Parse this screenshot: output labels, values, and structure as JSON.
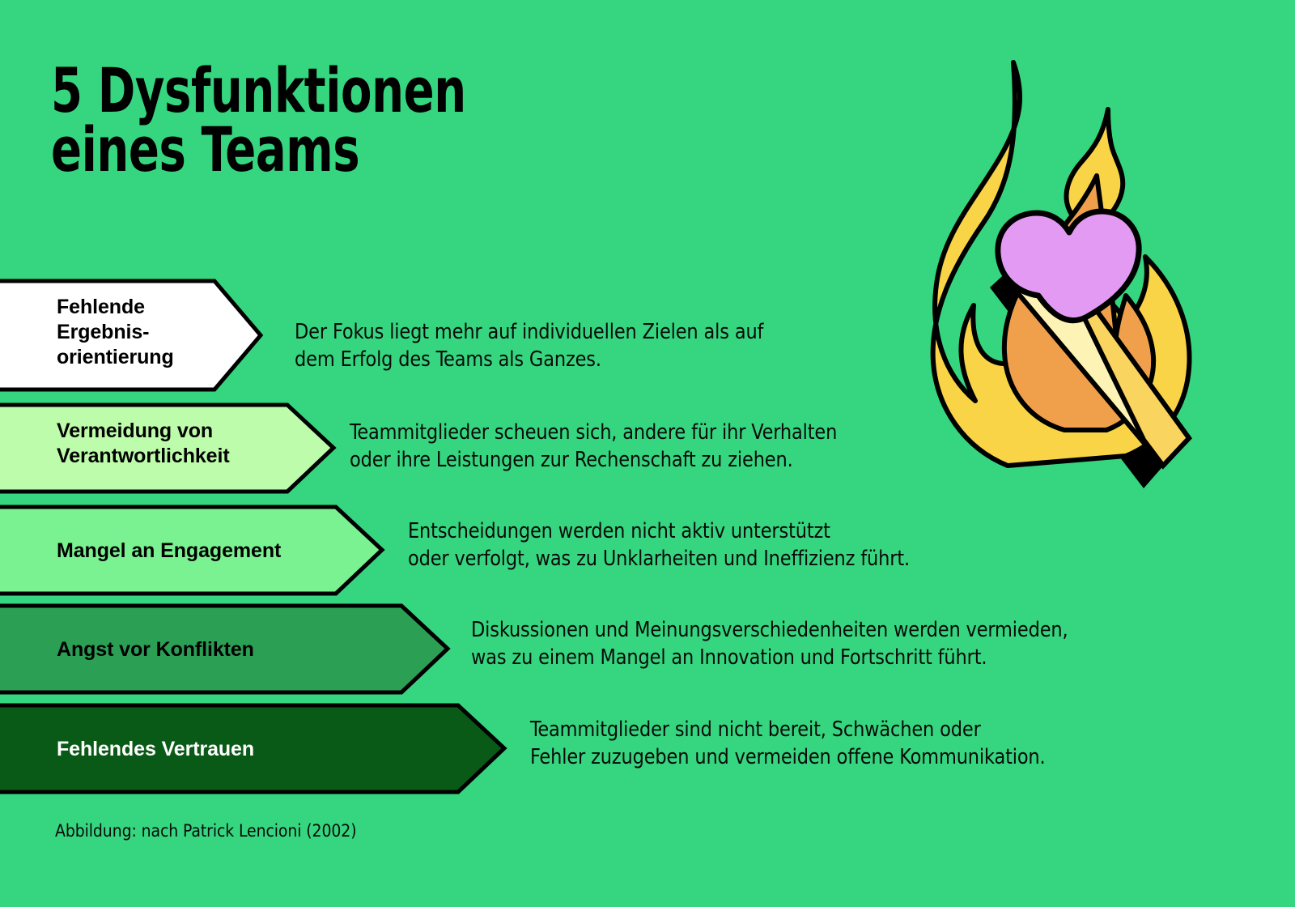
{
  "page": {
    "background_color": "#35d67f",
    "title": "5 Dysfunktionen\neines Teams",
    "footnote": "Abbildung: nach Patrick Lencioni (2002)"
  },
  "colors": {
    "background": "#35d67f",
    "outline": "#000000",
    "banner_1": "#ffffff",
    "banner_2": "#bdfcaa",
    "banner_3": "#7af291",
    "banner_4": "#2ba055",
    "banner_5": "#0a5a17",
    "flame_outer": "#f9d446",
    "flame_inner": "#f0a04b",
    "match_head": "#e39af2",
    "match_stick": "#fdf3b4",
    "match_stick_edge": "#f9d45f",
    "shadow": "#000000"
  },
  "dysfunctions": [
    {
      "index": 1,
      "label": "Fehlende\nErgebnis-\norientierung",
      "description": "Der Fokus liegt mehr auf individuellen Zielen als auf\ndem Erfolg des Teams als Ganzes.",
      "banner_color": "#ffffff",
      "label_color": "#000000"
    },
    {
      "index": 2,
      "label": "Vermeidung von\nVerantwortlichkeit",
      "description": "Teammitglieder scheuen sich, andere für ihr Verhalten\noder ihre Leistungen zur Rechenschaft zu ziehen.",
      "banner_color": "#bdfcaa",
      "label_color": "#000000"
    },
    {
      "index": 3,
      "label": "Mangel an Engagement",
      "description": "Entscheidungen werden nicht aktiv unterstützt\noder verfolgt, was zu Unklarheiten und Ineffizienz führt.",
      "banner_color": "#7af291",
      "label_color": "#000000"
    },
    {
      "index": 4,
      "label": "Angst vor Konflikten",
      "description": "Diskussionen und Meinungsverschiedenheiten werden vermieden,\nwas zu einem Mangel an Innovation und Fortschritt führt.",
      "banner_color": "#2ba055",
      "label_color": "#000000"
    },
    {
      "index": 5,
      "label": "Fehlendes Vertrauen",
      "description": "Teammitglieder sind nicht bereit, Schwächen oder\nFehler zuzugeben und vermeiden offene Kommunikation.",
      "banner_color": "#0a5a17",
      "label_color": "#ffffff"
    }
  ],
  "illustration": {
    "name": "burning-match-with-heart-head",
    "parts": [
      "flame-outer",
      "flame-inner",
      "small-flame",
      "match-head-heart",
      "match-stick",
      "drop-shadow"
    ]
  }
}
